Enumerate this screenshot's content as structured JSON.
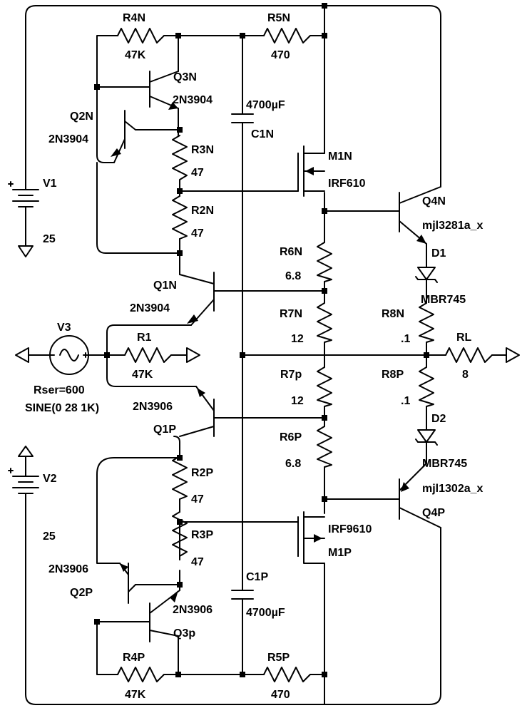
{
  "components": [
    {
      "id": "R4N",
      "label": "R4N",
      "value": "47K"
    },
    {
      "id": "R5N",
      "label": "R5N",
      "value": "470"
    },
    {
      "id": "Q3N",
      "label": "Q3N",
      "value": "2N3904"
    },
    {
      "id": "Q2N",
      "label": "Q2N",
      "value": "2N3904"
    },
    {
      "id": "C1N",
      "label": "C1N",
      "value": "4700µF"
    },
    {
      "id": "R3N",
      "label": "R3N",
      "value": "47"
    },
    {
      "id": "R2N",
      "label": "R2N",
      "value": "47"
    },
    {
      "id": "M1N",
      "label": "M1N",
      "value": "IRF610"
    },
    {
      "id": "Q4N",
      "label": "Q4N",
      "value": "mjl3281a_x"
    },
    {
      "id": "V1",
      "label": "V1",
      "value": "25"
    },
    {
      "id": "D1",
      "label": "D1",
      "value": "MBR745"
    },
    {
      "id": "R6N",
      "label": "R6N",
      "value": "6.8"
    },
    {
      "id": "Q1N",
      "label": "Q1N",
      "value": "2N3904"
    },
    {
      "id": "R7N",
      "label": "R7N",
      "value": "12"
    },
    {
      "id": "R8N",
      "label": "R8N",
      "value": ".1"
    },
    {
      "id": "V3",
      "label": "V3",
      "value": "Rser=600",
      "value2": "SINE(0 28 1K)"
    },
    {
      "id": "R1",
      "label": "R1",
      "value": "47K"
    },
    {
      "id": "RL",
      "label": "RL",
      "value": "8"
    },
    {
      "id": "R7p",
      "label": "R7p",
      "value": "12"
    },
    {
      "id": "R8P",
      "label": "R8P",
      "value": ".1"
    },
    {
      "id": "Q1P",
      "label": "Q1P",
      "value": "2N3906"
    },
    {
      "id": "D2",
      "label": "D2",
      "value": "MBR745"
    },
    {
      "id": "R6P",
      "label": "R6P",
      "value": "6.8"
    },
    {
      "id": "V2",
      "label": "V2",
      "value": "25"
    },
    {
      "id": "R2P",
      "label": "R2P",
      "value": "47"
    },
    {
      "id": "Q4P",
      "label": "Q4P",
      "value": "mjl1302a_x"
    },
    {
      "id": "M1P",
      "label": "M1P",
      "value": "IRF9610"
    },
    {
      "id": "R3P",
      "label": "R3P",
      "value": "47"
    },
    {
      "id": "Q2P",
      "label": "Q2P",
      "value": "2N3906"
    },
    {
      "id": "C1P",
      "label": "C1P",
      "value": "4700µF"
    },
    {
      "id": "Q3p",
      "label": "Q3p",
      "value": "2N3906"
    },
    {
      "id": "R4P",
      "label": "R4P",
      "value": "47K"
    },
    {
      "id": "R5P",
      "label": "R5P",
      "value": "470"
    }
  ]
}
